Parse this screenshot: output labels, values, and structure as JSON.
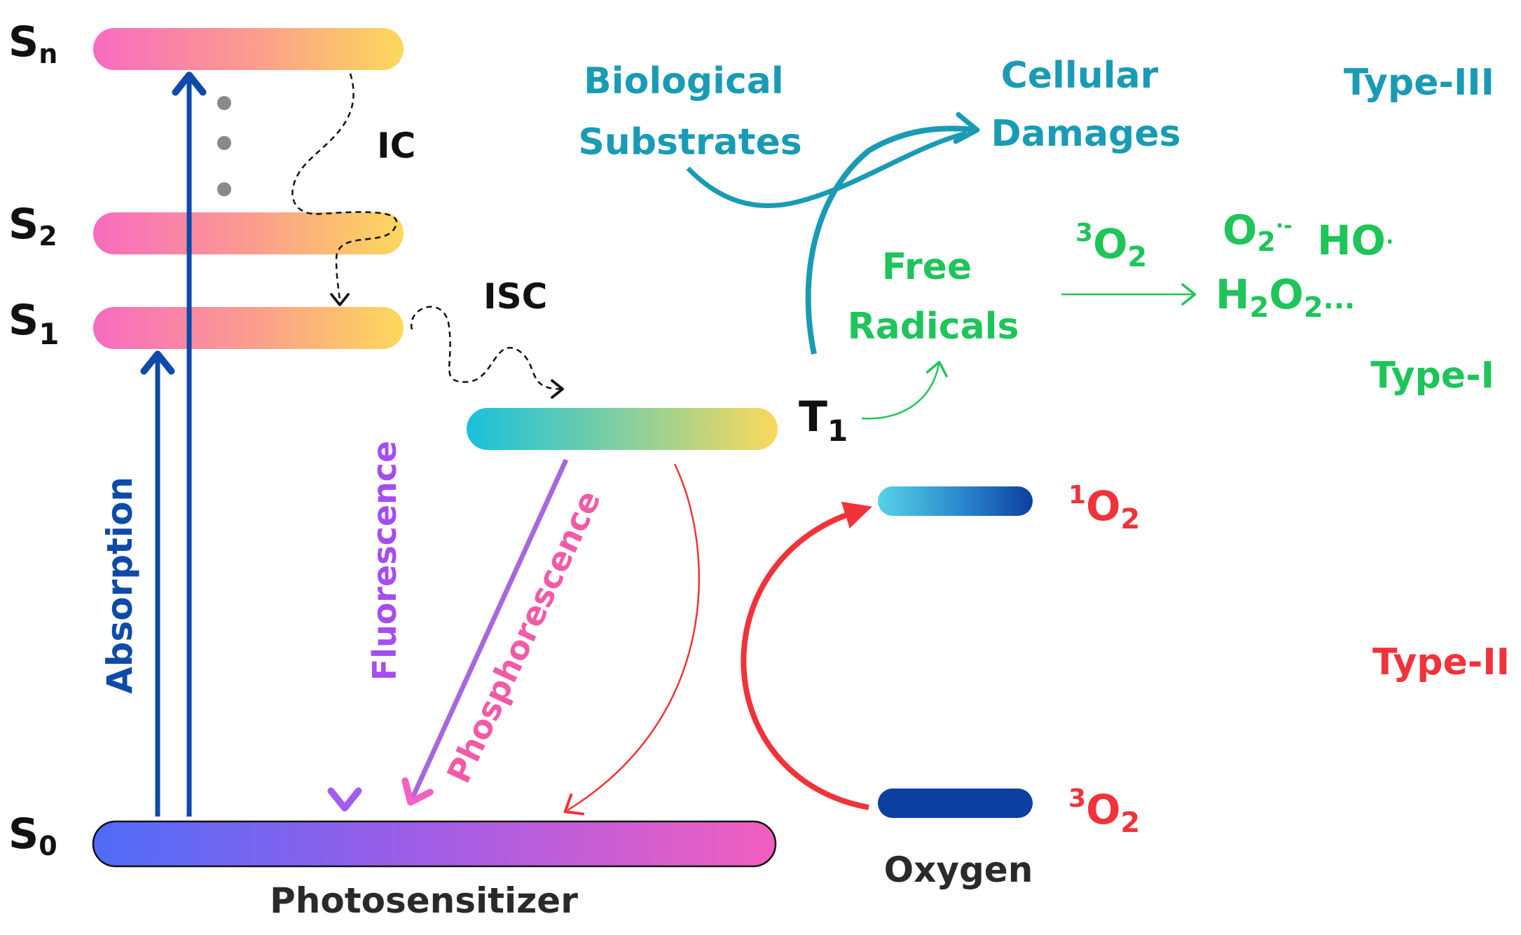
{
  "levels": {
    "sn": {
      "main": "S",
      "sub": "n"
    },
    "s2": {
      "main": "S",
      "sub": "2"
    },
    "s1": {
      "main": "S",
      "sub": "1"
    },
    "s0": {
      "main": "S",
      "sub": "0"
    },
    "t1": {
      "main": "T",
      "sub": "1"
    }
  },
  "processes": {
    "ic": "IC",
    "isc": "ISC",
    "absorption": "Absorption",
    "fluorescence": "Fluorescence",
    "phosphorescence": "Phosphorescence"
  },
  "labels": {
    "photosensitizer": "Photosensitizer",
    "oxygen": "Oxygen",
    "biological_line1": "Biological",
    "biological_line2": "Substrates",
    "cellular_line1": "Cellular",
    "cellular_line2": "Damages",
    "free_line1": "Free",
    "free_line2": "Radicals",
    "type3": "Type-III",
    "type1": "Type-I",
    "type2": "Type-II"
  },
  "species": {
    "triplet_o2_top": {
      "sup": "3",
      "main": "O",
      "sub": "2"
    },
    "superoxide": {
      "main": "O",
      "sub": "2",
      "sup": "·-"
    },
    "hydroxyl": {
      "main": "HO",
      "sup": "·"
    },
    "peroxide": {
      "main": "H",
      "sub": "2",
      "main2": "O",
      "sub2": "2",
      "tail": "..."
    },
    "singlet_o2": {
      "sup": "1",
      "main": "O",
      "sub": "2"
    },
    "triplet_o2_bottom": {
      "sup": "3",
      "main": "O",
      "sub": "2"
    }
  },
  "colors": {
    "teal": "#1a9bb5",
    "green": "#1fc45a",
    "red": "#f0333a",
    "navy": "#0e4aa8",
    "purple": "#a64df0",
    "pink": "#f25aa8",
    "black": "#111111",
    "dark_gray": "#2a2a2a"
  }
}
